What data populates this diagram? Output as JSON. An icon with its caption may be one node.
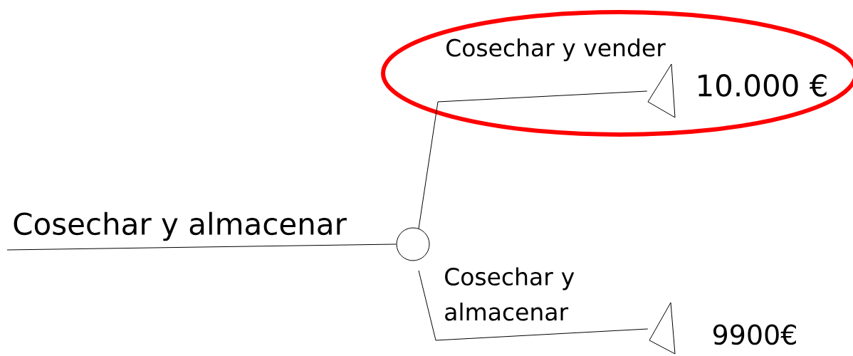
{
  "diagram": {
    "nodes": [
      {
        "text": [],
        "shape": "circle"
      },
      {
        "text": [],
        "shape": "triangle",
        "beside": [
          "10.000 €"
        ]
      },
      {
        "text": [],
        "shape": "triangle",
        "beside": [
          "9900€"
        ]
      }
    ],
    "edges": [
      {
        "from": null,
        "to": 0,
        "arrow": "none",
        "label": "Cosechar y almacenar"
      },
      {
        "from": 0,
        "to": 1,
        "arrow": "none",
        "label": "Cosechar y vender"
      },
      {
        "from": 0,
        "to": 2,
        "arrow": "none",
        "label": "Cosechar y almacenar"
      }
    ]
  }
}
